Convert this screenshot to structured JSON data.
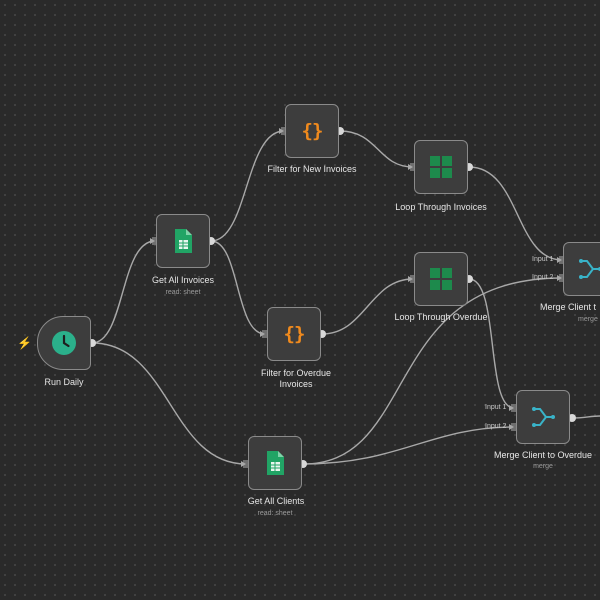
{
  "workflow": {
    "nodes": [
      {
        "id": "run-daily",
        "label": "Run Daily",
        "subtitle": "",
        "icon": "clock-icon"
      },
      {
        "id": "get-all-invoices",
        "label": "Get All Invoices",
        "subtitle": "read: sheet",
        "icon": "sheet-icon"
      },
      {
        "id": "filter-new",
        "label": "Filter for New Invoices",
        "subtitle": "",
        "icon": "code-braces-icon"
      },
      {
        "id": "filter-overdue",
        "label": "Filter for Overdue Invoices",
        "subtitle": "",
        "icon": "code-braces-icon"
      },
      {
        "id": "loop-invoices",
        "label": "Loop Through Invoices",
        "subtitle": "",
        "icon": "grid-icon"
      },
      {
        "id": "loop-overdue",
        "label": "Loop Through Overdue",
        "subtitle": "",
        "icon": "grid-icon"
      },
      {
        "id": "get-all-clients",
        "label": "Get All Clients",
        "subtitle": "read: sheet",
        "icon": "sheet-icon"
      },
      {
        "id": "merge-client-1",
        "label": "Merge Client t",
        "subtitle": "merge",
        "icon": "merge-icon"
      },
      {
        "id": "merge-client-overdue",
        "label": "Merge Client to Overdue",
        "subtitle": "merge",
        "icon": "merge-icon"
      }
    ],
    "ports": {
      "input1": "Input 1",
      "input2": "Input 2"
    },
    "code_glyph": "{}",
    "trigger_glyph": "⚡",
    "colors": {
      "canvas": "#2a2a2a",
      "edge": "#a8a8a8",
      "clock": "#2bb08b",
      "sheet": "#21a465",
      "braces": "#f08a1d",
      "grid": "#1d8a4c",
      "merge": "#39b3c8",
      "trigger": "#e24a3b"
    }
  }
}
